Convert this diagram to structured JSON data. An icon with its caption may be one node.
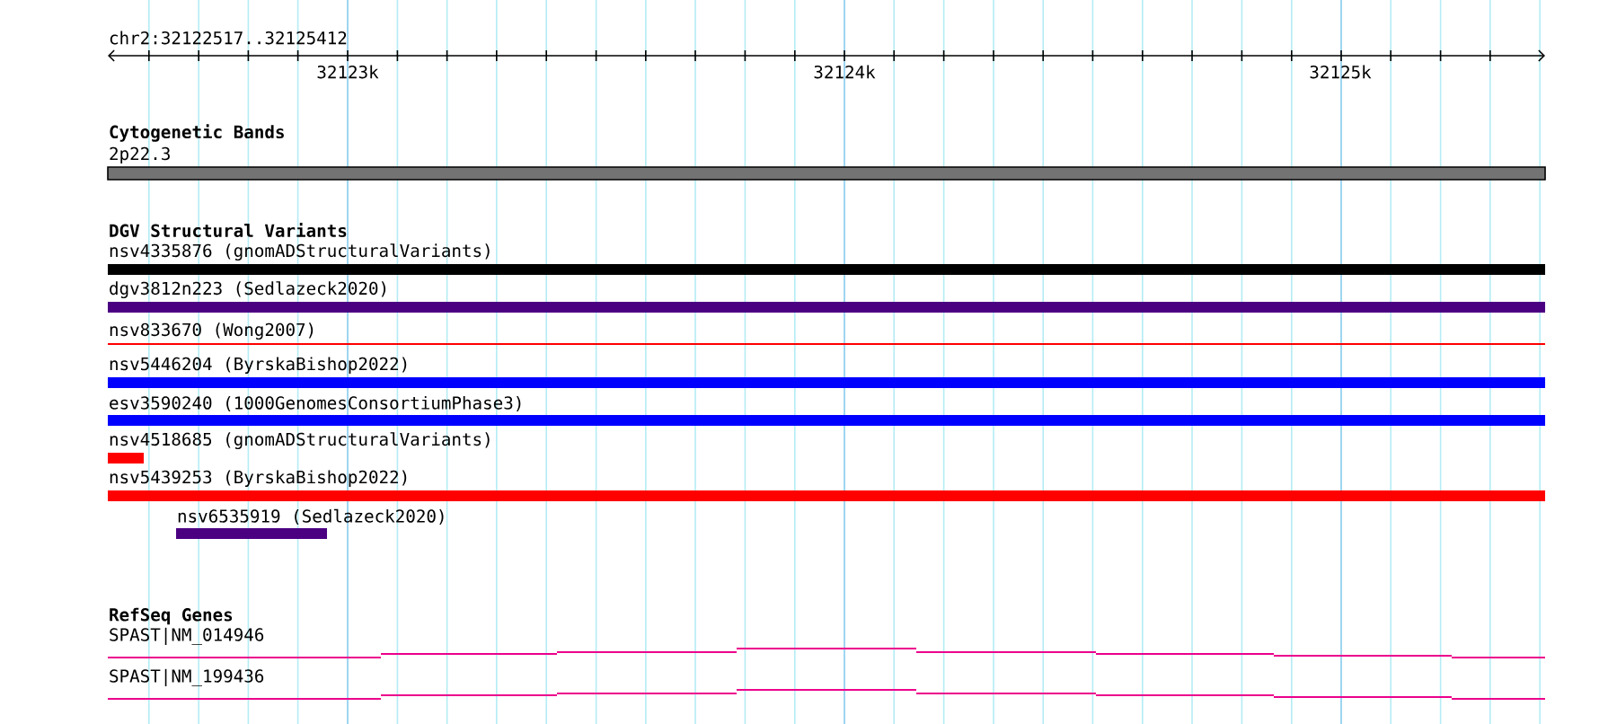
{
  "diagram": {
    "nodes": [
      {
        "text": [
          "2p22.3"
        ]
      },
      {
        "text": [
          "nsv4335876 (gnomADStructuralVariants)"
        ]
      },
      {
        "text": [
          "dgv3812n223 (Sedlazeck2020)"
        ]
      },
      {
        "text": [
          "nsv833670 (Wong2007)"
        ]
      },
      {
        "text": [
          "nsv5446204 (ByrskaBishop2022)"
        ]
      },
      {
        "text": [
          "esv3590240 (1000GenomesConsortiumPhase3)"
        ]
      },
      {
        "text": [
          "nsv4518685 (gnomADStructuralVariants)"
        ]
      },
      {
        "text": [
          "nsv5439253 (ByrskaBishop2022)"
        ]
      },
      {
        "text": [
          "nsv6535919 (Sedlazeck2020)"
        ]
      },
      {
        "text": [
          "SPAST|NM_014946"
        ]
      },
      {
        "text": [
          "SPAST|NM_199436"
        ]
      }
    ],
    "labels": [
      "chr2:32122517..32125412",
      "32123k",
      "32124k",
      "32125k",
      "Cytogenetic Bands",
      "DGV Structural Variants",
      "RefSeq Genes"
    ]
  }
}
